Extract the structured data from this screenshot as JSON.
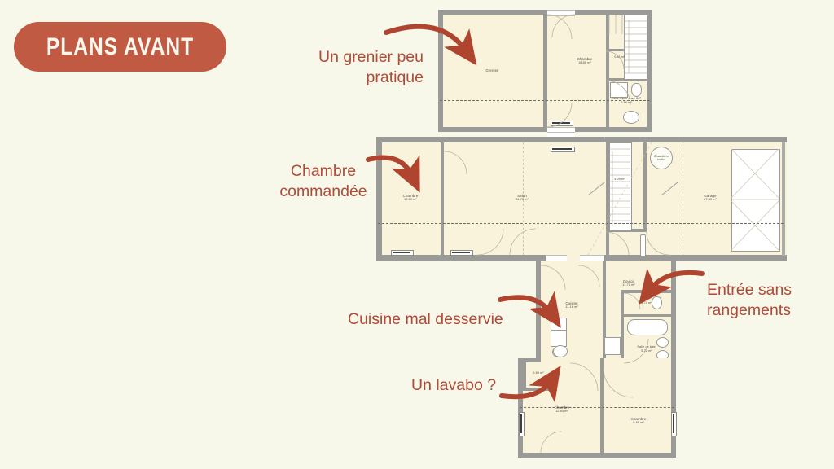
{
  "page": {
    "background_color": "#F7F7EA",
    "accent_color": "#C05A43",
    "annotation_color": "#B04B38",
    "wall_color": "#9A9A96",
    "room_fill_color": "#FAF3DC"
  },
  "badge": {
    "label": "PLANS AVANT"
  },
  "annotations": [
    {
      "id": "grenier",
      "text": "Un grenier peu\npratique",
      "align": "right"
    },
    {
      "id": "chambre",
      "text": "Chambre\ncommandée",
      "align": "center"
    },
    {
      "id": "cuisine",
      "text": "Cuisine mal desservie",
      "align": "left"
    },
    {
      "id": "entree",
      "text": "Entrée sans\nrangements",
      "align": "left"
    },
    {
      "id": "lavabo",
      "text": "Un lavabo ?",
      "align": "left"
    }
  ],
  "floors": {
    "attic": {
      "rooms": [
        {
          "name": "Grenier",
          "area": ""
        },
        {
          "name": "Chambre",
          "area": "18.85 m²"
        },
        {
          "name": "",
          "area": "0.81 m²"
        },
        {
          "name": "Salle d'eau avec WC",
          "area": "2.88 m²"
        }
      ]
    },
    "ground": {
      "rooms": [
        {
          "name": "Chambre",
          "area": "12.51 m²"
        },
        {
          "name": "Salon",
          "area": "34.70 m²"
        },
        {
          "name": "",
          "area": "4.09 m²"
        },
        {
          "name": "Garage",
          "area": "27.33 m²"
        }
      ],
      "markers": [
        {
          "name": "Chaudière",
          "sub": "indiv."
        }
      ]
    },
    "lower": {
      "rooms": [
        {
          "name": "Cuisine",
          "area": "11.18 m²"
        },
        {
          "name": "Couloir",
          "area": "11.71 m²"
        },
        {
          "name": "WC",
          "area": "1.74 m²"
        },
        {
          "name": "Salle de bain",
          "area": "5.22 m²"
        },
        {
          "name": "",
          "area": "0.89 m²"
        },
        {
          "name": "Chambre",
          "area": "12.84 m²"
        },
        {
          "name": "Chambre",
          "area": "9.88 m²"
        }
      ]
    }
  }
}
